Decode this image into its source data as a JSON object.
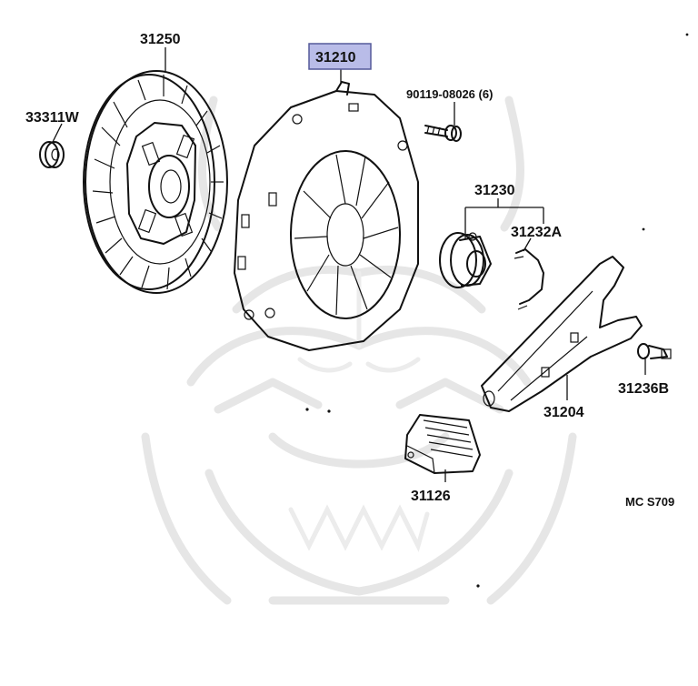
{
  "colors": {
    "highlight_fill": "#b9bce8",
    "highlight_border": "#555a9a",
    "line": "#111111",
    "watermark": "#e6e6e6"
  },
  "labels": {
    "clutch_disc": "31250",
    "pilot_bearing": "33311W",
    "clutch_cover": "31210",
    "bolt": "90119-08026 (6)",
    "release_bearing_assy": "31230",
    "clip": "31232A",
    "release_fork": "31204",
    "ball_stud": "31236B",
    "fork_boot": "31126",
    "diagram_code": "MC S709"
  },
  "highlighted_part": "31210",
  "watermark_icon": "samurai-mask-watermark-icon"
}
